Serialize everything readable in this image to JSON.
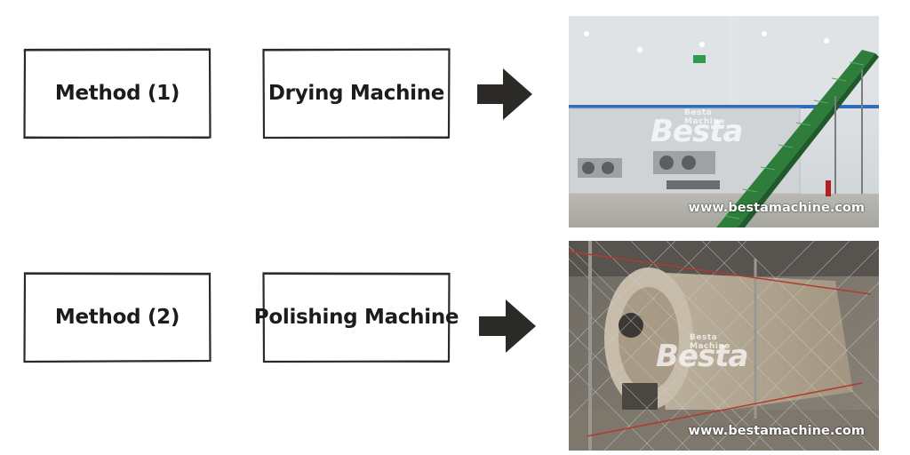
{
  "rows": [
    {
      "method_label": "Method (1)",
      "machine_label": "Drying Machine",
      "watermark_small": "Besta Machine",
      "watermark_big": "Besta",
      "url": "www.bestamachine.com"
    },
    {
      "method_label": "Method (2)",
      "machine_label": "Polishing Machine",
      "watermark_small": "Besta Machine",
      "watermark_big": "Besta",
      "url": "www.bestamachine.com"
    }
  ],
  "colors": {
    "box_stroke": "#2a2a2a",
    "arrow": "#2b2a27",
    "conveyor": "#2f7d3b"
  }
}
